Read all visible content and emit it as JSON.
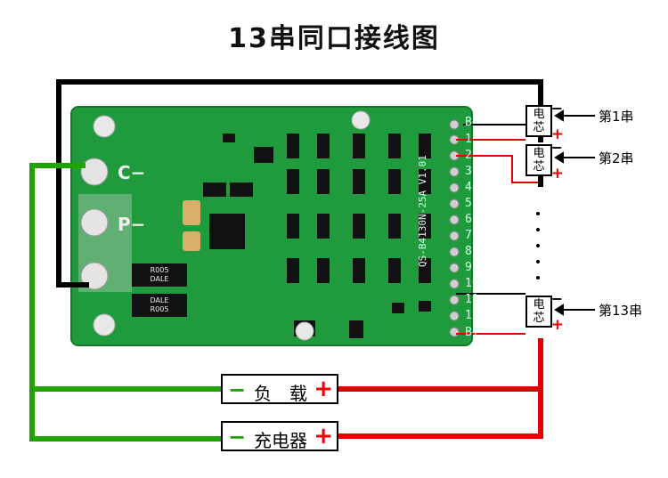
{
  "title": "13串同口接线图",
  "cells": [
    {
      "line1": "电",
      "line2": "芯",
      "minus": "−",
      "plus": "+",
      "label": "第1串"
    },
    {
      "line1": "电",
      "line2": "芯",
      "minus": "−",
      "plus": "+",
      "label": "第2串"
    },
    {
      "line1": "电",
      "line2": "芯",
      "minus": "−",
      "plus": "+",
      "label": "第13串"
    }
  ],
  "boxes": {
    "load": {
      "minus": "−",
      "text": "负　载",
      "plus": "+"
    },
    "charger": {
      "minus": "−",
      "text": "充电器",
      "plus": "+"
    }
  },
  "board": {
    "pad_c": "C−",
    "pad_p": "P−",
    "pin_b_minus": "B−",
    "pin_b_plus": "B+",
    "pins": [
      "1",
      "2",
      "3",
      "4",
      "5",
      "6",
      "7",
      "8",
      "9",
      "10",
      "11",
      "12"
    ],
    "model": "QS-B4130N-25A V1.01",
    "resistor1": "R005\nDALE",
    "resistor2": "DALE\nR005"
  },
  "colors": {
    "board": "#1f9a3c",
    "positive": "#e00000",
    "negative": "#1ea400",
    "ground": "#000000"
  }
}
